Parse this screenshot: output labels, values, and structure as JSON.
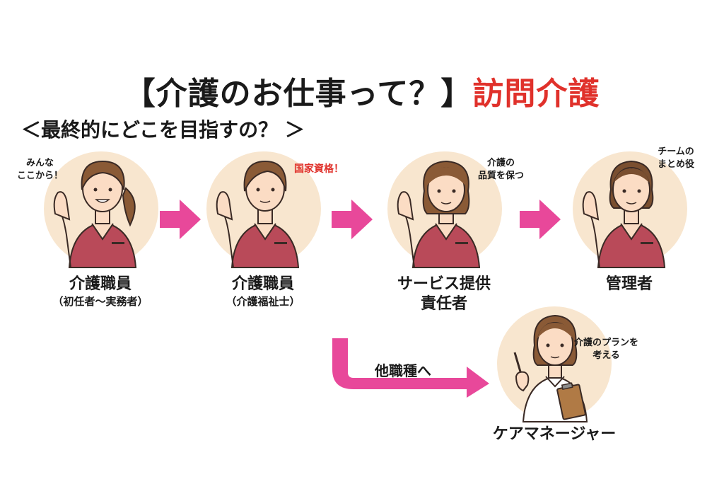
{
  "header": {
    "title_main": "【介護のお仕事って？】",
    "title_accent": "訪問介護",
    "accent_color": "#e0312b",
    "subtitle": "＜最終的にどこを目指すの？ ＞"
  },
  "steps": [
    {
      "label": "介護職員",
      "sublabel": "（初任者～実務者）",
      "callout": [
        "みんな",
        "ここから！"
      ]
    },
    {
      "label": "介護職員",
      "sublabel": "（介護福祉士）",
      "callout": [
        "国家資格！"
      ]
    },
    {
      "label": [
        "サービス提供",
        "責任者"
      ],
      "callout": [
        "介護の",
        "品質を保つ"
      ]
    },
    {
      "label": "管理者",
      "callout": [
        "チームの",
        "まとめ役"
      ]
    }
  ],
  "branch": {
    "arrow_label": "他職種へ",
    "label": "ケアマネージャー",
    "callout": [
      "介護のプランを",
      "考える"
    ]
  },
  "colors": {
    "arrow": "#e8489a",
    "circle": "#f8e6cf",
    "scrubs": "#b94a59",
    "hair": "#8a5a36",
    "skin": "#fbdcc4"
  }
}
